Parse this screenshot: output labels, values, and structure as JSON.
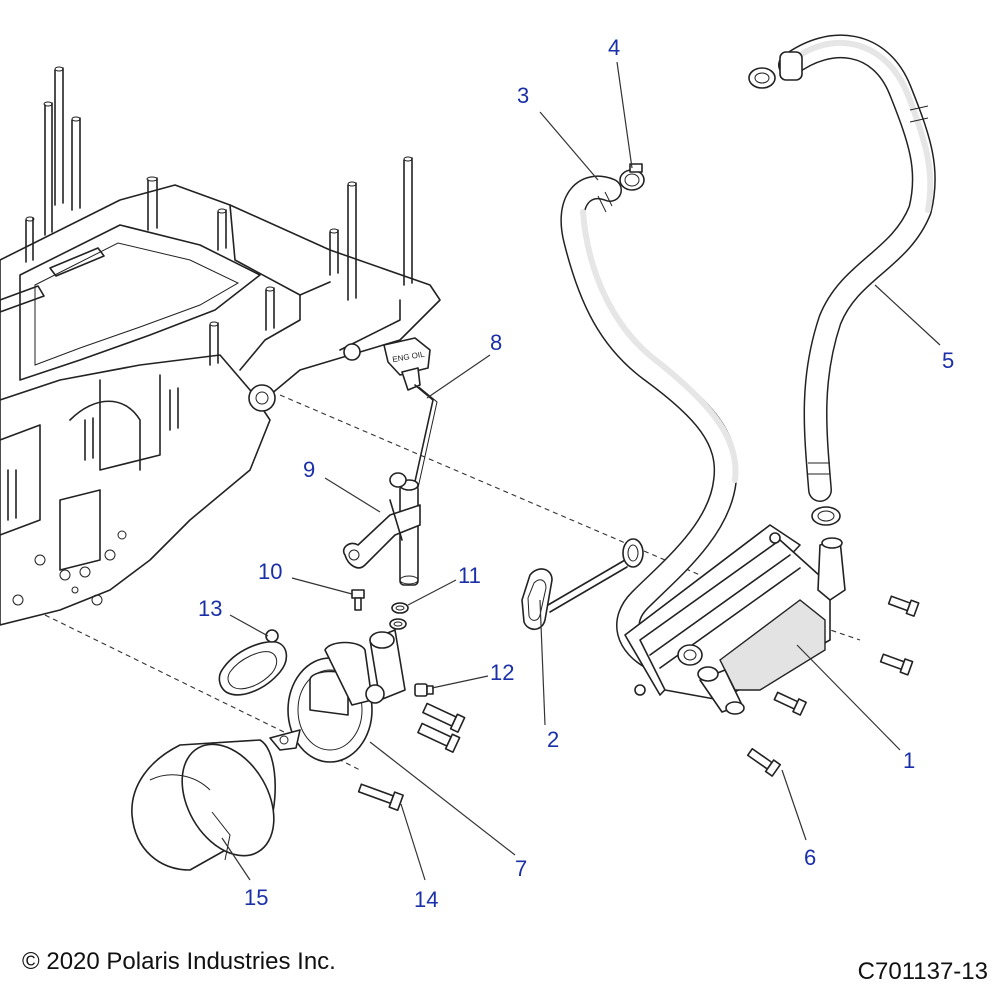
{
  "diagram": {
    "callouts": [
      {
        "id": "1",
        "label": "1"
      },
      {
        "id": "2",
        "label": "2"
      },
      {
        "id": "3",
        "label": "3"
      },
      {
        "id": "4",
        "label": "4"
      },
      {
        "id": "5",
        "label": "5"
      },
      {
        "id": "6",
        "label": "6"
      },
      {
        "id": "7",
        "label": "7"
      },
      {
        "id": "8",
        "label": "8"
      },
      {
        "id": "9",
        "label": "9"
      },
      {
        "id": "10",
        "label": "10"
      },
      {
        "id": "11",
        "label": "11"
      },
      {
        "id": "12",
        "label": "12"
      },
      {
        "id": "13",
        "label": "13"
      },
      {
        "id": "14",
        "label": "14"
      },
      {
        "id": "15",
        "label": "15"
      }
    ],
    "dipstick_handle_text": "ENG OIL",
    "callout_color": "#1a2fa8",
    "line_color": "#222222"
  },
  "footer": {
    "copyright": "© 2020 Polaris Industries Inc.",
    "drawing_id": "C701137-13"
  }
}
